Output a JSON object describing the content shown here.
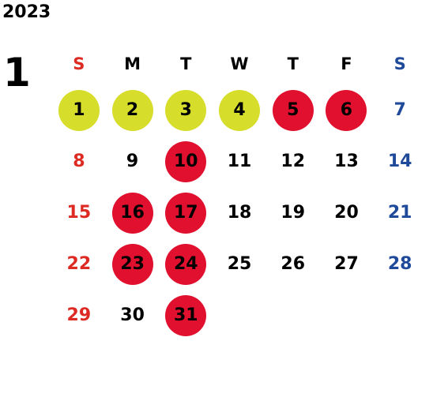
{
  "year": "2023",
  "month": "1",
  "weekday_headers": [
    {
      "label": "S",
      "type": "sun"
    },
    {
      "label": "M",
      "type": "wkday"
    },
    {
      "label": "T",
      "type": "wkday"
    },
    {
      "label": "W",
      "type": "wkday"
    },
    {
      "label": "T",
      "type": "wkday"
    },
    {
      "label": "F",
      "type": "wkday"
    },
    {
      "label": "S",
      "type": "sat"
    }
  ],
  "colors": {
    "sunday": "#dd2a22",
    "saturday": "#1f4a9a",
    "weekday": "#000000",
    "holiday_yellow": "#d6dd2a",
    "highlight_red": "#e0102e"
  },
  "weeks": [
    [
      {
        "d": "1",
        "mark": "yellow"
      },
      {
        "d": "2",
        "mark": "yellow"
      },
      {
        "d": "3",
        "mark": "yellow"
      },
      {
        "d": "4",
        "mark": "yellow"
      },
      {
        "d": "5",
        "mark": "red"
      },
      {
        "d": "6",
        "mark": "red"
      },
      {
        "d": "7",
        "mark": ""
      }
    ],
    [
      {
        "d": "8",
        "mark": ""
      },
      {
        "d": "9",
        "mark": ""
      },
      {
        "d": "10",
        "mark": "red"
      },
      {
        "d": "11",
        "mark": ""
      },
      {
        "d": "12",
        "mark": ""
      },
      {
        "d": "13",
        "mark": ""
      },
      {
        "d": "14",
        "mark": ""
      }
    ],
    [
      {
        "d": "15",
        "mark": ""
      },
      {
        "d": "16",
        "mark": "red"
      },
      {
        "d": "17",
        "mark": "red"
      },
      {
        "d": "18",
        "mark": ""
      },
      {
        "d": "19",
        "mark": ""
      },
      {
        "d": "20",
        "mark": ""
      },
      {
        "d": "21",
        "mark": ""
      }
    ],
    [
      {
        "d": "22",
        "mark": ""
      },
      {
        "d": "23",
        "mark": "red"
      },
      {
        "d": "24",
        "mark": "red"
      },
      {
        "d": "25",
        "mark": ""
      },
      {
        "d": "26",
        "mark": ""
      },
      {
        "d": "27",
        "mark": ""
      },
      {
        "d": "28",
        "mark": ""
      }
    ],
    [
      {
        "d": "29",
        "mark": ""
      },
      {
        "d": "30",
        "mark": ""
      },
      {
        "d": "31",
        "mark": "red"
      },
      {
        "d": "",
        "mark": ""
      },
      {
        "d": "",
        "mark": ""
      },
      {
        "d": "",
        "mark": ""
      },
      {
        "d": "",
        "mark": ""
      }
    ]
  ]
}
